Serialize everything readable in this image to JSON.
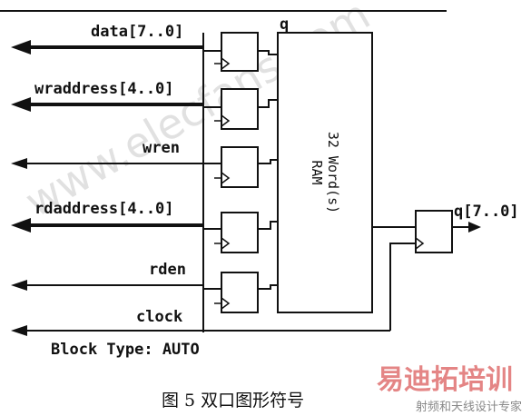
{
  "signals": {
    "data": "data[7..0]",
    "wraddress": "wraddress[4..0]",
    "wren": "wren",
    "rdaddress": "rdaddress[4..0]",
    "rden": "rden",
    "clock": "clock",
    "q_in": "q",
    "q_out": "q[7..0]"
  },
  "ram": {
    "line1": "32 Word(s)",
    "line2": "RAM"
  },
  "block_type": "Block Type: AUTO",
  "caption": "图 5    双口图形符号",
  "watermark": "www.elecfans.com",
  "brand": {
    "title": "易迪拓培训",
    "subtitle": "射频和天线设计专家"
  }
}
